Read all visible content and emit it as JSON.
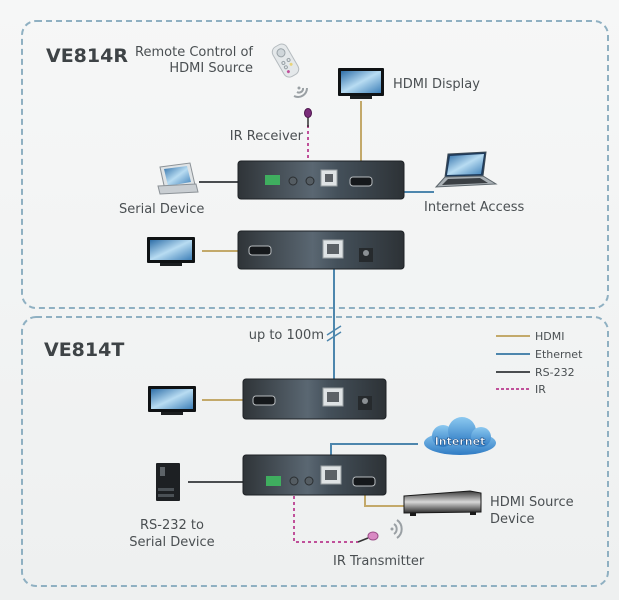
{
  "receiver_section": {
    "title": "VE814R",
    "labels": {
      "remote_control_line1": "Remote Control of",
      "remote_control_line2": "HDMI Source",
      "ir_receiver": "IR Receiver",
      "hdmi_display": "HDMI Display",
      "serial_device": "Serial Device",
      "internet_access": "Internet Access"
    }
  },
  "transmitter_section": {
    "title": "VE814T",
    "labels": {
      "distance": "up to 100m",
      "internet_cloud": "Internet",
      "rs232_line1": "RS-232 to",
      "rs232_line2": "Serial Device",
      "ir_transmitter": "IR Transmitter",
      "hdmi_source_line1": "HDMI Source",
      "hdmi_source_line2": "Device"
    }
  },
  "legend": [
    {
      "label": "HDMI",
      "color": "#c3a96a",
      "style": "solid"
    },
    {
      "label": "Ethernet",
      "color": "#4d86ad",
      "style": "solid"
    },
    {
      "label": "RS-232",
      "color": "#4a4d50",
      "style": "solid"
    },
    {
      "label": "IR",
      "color": "#c0509a",
      "style": "dashed"
    }
  ],
  "colors": {
    "hdmi": "#c3a96a",
    "ethernet": "#4d86ad",
    "rs232": "#4a4d50",
    "ir": "#c0509a",
    "section_border": "#8fb0c2"
  }
}
